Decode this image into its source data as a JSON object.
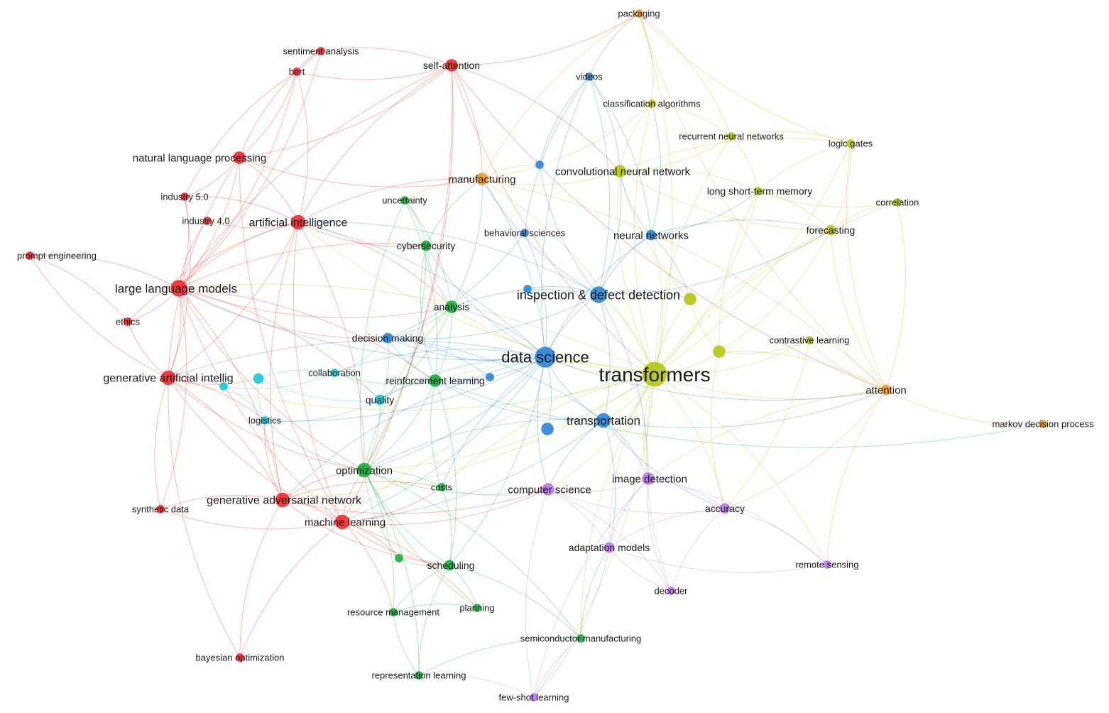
{
  "clusters": {
    "red": "#ee2e30",
    "green": "#1cb03e",
    "blue": "#2f86d6",
    "olive": "#b7c41a",
    "orange": "#f49a2a",
    "purple": "#bb7be8",
    "cyan": "#1cc8dc"
  },
  "nodes": [
    {
      "id": "transformers",
      "label": "transformers",
      "cluster": "olive",
      "weight": 10
    },
    {
      "id": "data-science",
      "label": "data science",
      "cluster": "blue",
      "weight": 8
    },
    {
      "id": "inspection",
      "label": "inspection & defect detection",
      "cluster": "blue",
      "weight": 6
    },
    {
      "id": "transportation",
      "label": "transportation",
      "cluster": "blue",
      "weight": 5
    },
    {
      "id": "large-language-models",
      "label": "large language models",
      "cluster": "red",
      "weight": 6
    },
    {
      "id": "artificial-intelligence",
      "label": "artificial intelligence",
      "cluster": "red",
      "weight": 5
    },
    {
      "id": "generative-ai",
      "label": "generative artificial intellig",
      "cluster": "red",
      "weight": 5
    },
    {
      "id": "gan",
      "label": "generative adversarial network",
      "cluster": "red",
      "weight": 5
    },
    {
      "id": "machine-learning",
      "label": "machine learning",
      "cluster": "red",
      "weight": 5
    },
    {
      "id": "natural-language-processing",
      "label": "natural language processing",
      "cluster": "red",
      "weight": 4
    },
    {
      "id": "self-attention",
      "label": "self-attention",
      "cluster": "red",
      "weight": 4
    },
    {
      "id": "bert",
      "label": "bert",
      "cluster": "red",
      "weight": 2
    },
    {
      "id": "sentiment-analysis",
      "label": "sentiment analysis",
      "cluster": "red",
      "weight": 2
    },
    {
      "id": "industry-5",
      "label": "industry 5.0",
      "cluster": "red",
      "weight": 2
    },
    {
      "id": "industry-4",
      "label": "industry 4.0",
      "cluster": "red",
      "weight": 2
    },
    {
      "id": "prompt-engineering",
      "label": "prompt engineering",
      "cluster": "red",
      "weight": 2
    },
    {
      "id": "ethics",
      "label": "ethics",
      "cluster": "red",
      "weight": 2
    },
    {
      "id": "synthetic-data",
      "label": "synthetic data",
      "cluster": "red",
      "weight": 2
    },
    {
      "id": "bayesian-optimization",
      "label": "bayesian optimization",
      "cluster": "red",
      "weight": 2
    },
    {
      "id": "optimization",
      "label": "optimization",
      "cluster": "green",
      "weight": 5
    },
    {
      "id": "reinforcement-learning",
      "label": "reinforcement learning",
      "cluster": "green",
      "weight": 4
    },
    {
      "id": "analysis",
      "label": "analysis",
      "cluster": "green",
      "weight": 4
    },
    {
      "id": "cybersecurity",
      "label": "cybersecurity",
      "cluster": "green",
      "weight": 3
    },
    {
      "id": "uncertainty",
      "label": "uncertainty",
      "cluster": "green",
      "weight": 2
    },
    {
      "id": "costs",
      "label": "costs",
      "cluster": "green",
      "weight": 2
    },
    {
      "id": "scheduling",
      "label": "scheduling",
      "cluster": "green",
      "weight": 3
    },
    {
      "id": "resource-management",
      "label": "resource management",
      "cluster": "green",
      "weight": 2
    },
    {
      "id": "planning",
      "label": "planning",
      "cluster": "green",
      "weight": 2
    },
    {
      "id": "semiconductor-manufacturing",
      "label": "semiconductor manufacturing",
      "cluster": "green",
      "weight": 2
    },
    {
      "id": "representation-learning",
      "label": "representation learning",
      "cluster": "green",
      "weight": 2
    },
    {
      "id": "green-unlabeled",
      "label": "",
      "cluster": "green",
      "weight": 2
    },
    {
      "id": "quality",
      "label": "quality",
      "cluster": "cyan",
      "weight": 3
    },
    {
      "id": "collaboration",
      "label": "collaboration",
      "cluster": "cyan",
      "weight": 2
    },
    {
      "id": "logistics",
      "label": "logistics",
      "cluster": "cyan",
      "weight": 2
    },
    {
      "id": "cyan-unlabeled-1",
      "label": "",
      "cluster": "cyan",
      "weight": 3
    },
    {
      "id": "cyan-unlabeled-2",
      "label": "",
      "cluster": "cyan",
      "weight": 2
    },
    {
      "id": "decision-making",
      "label": "decision making",
      "cluster": "blue",
      "weight": 3
    },
    {
      "id": "neural-networks",
      "label": "neural networks",
      "cluster": "blue",
      "weight": 3
    },
    {
      "id": "behavioral-sciences",
      "label": "behavioral sciences",
      "cluster": "blue",
      "weight": 2
    },
    {
      "id": "videos",
      "label": "videos",
      "cluster": "blue",
      "weight": 2
    },
    {
      "id": "blue-unlabeled-1",
      "label": "",
      "cluster": "blue",
      "weight": 2
    },
    {
      "id": "blue-unlabeled-2",
      "label": "",
      "cluster": "blue",
      "weight": 2
    },
    {
      "id": "blue-unlabeled-3",
      "label": "",
      "cluster": "blue",
      "weight": 2
    },
    {
      "id": "blue-unlabeled-4",
      "label": "",
      "cluster": "blue",
      "weight": 4
    },
    {
      "id": "convolutional-neural-network",
      "label": "convolutional neural network",
      "cluster": "olive",
      "weight": 4
    },
    {
      "id": "long-short-term-memory",
      "label": "long short-term memory",
      "cluster": "olive",
      "weight": 2
    },
    {
      "id": "recurrent-neural-networks",
      "label": "recurrent neural networks",
      "cluster": "olive",
      "weight": 2
    },
    {
      "id": "classification-algorithms",
      "label": "classification algorithms",
      "cluster": "olive",
      "weight": 2
    },
    {
      "id": "logic-gates",
      "label": "logic gates",
      "cluster": "olive",
      "weight": 2
    },
    {
      "id": "correlation",
      "label": "correlation",
      "cluster": "olive",
      "weight": 2
    },
    {
      "id": "forecasting",
      "label": "forecasting",
      "cluster": "olive",
      "weight": 3
    },
    {
      "id": "contrastive-learning",
      "label": "contrastive learning",
      "cluster": "olive",
      "weight": 2
    },
    {
      "id": "olive-unlabeled-1",
      "label": "",
      "cluster": "olive",
      "weight": 4
    },
    {
      "id": "olive-unlabeled-2",
      "label": "",
      "cluster": "olive",
      "weight": 4
    },
    {
      "id": "manufacturing",
      "label": "manufacturing",
      "cluster": "orange",
      "weight": 4
    },
    {
      "id": "attention",
      "label": "attention",
      "cluster": "orange",
      "weight": 3
    },
    {
      "id": "packaging",
      "label": "packaging",
      "cluster": "orange",
      "weight": 2
    },
    {
      "id": "markov-decision-process",
      "label": "markov decision process",
      "cluster": "orange",
      "weight": 2
    },
    {
      "id": "computer-science",
      "label": "computer science",
      "cluster": "purple",
      "weight": 4
    },
    {
      "id": "image-detection",
      "label": "image detection",
      "cluster": "purple",
      "weight": 4
    },
    {
      "id": "adaptation-models",
      "label": "adaptation models",
      "cluster": "purple",
      "weight": 3
    },
    {
      "id": "accuracy",
      "label": "accuracy",
      "cluster": "purple",
      "weight": 3
    },
    {
      "id": "remote-sensing",
      "label": "remote sensing",
      "cluster": "purple",
      "weight": 2
    },
    {
      "id": "decoder",
      "label": "decoder",
      "cluster": "purple",
      "weight": 2
    },
    {
      "id": "few-shot-learning",
      "label": "few-shot learning",
      "cluster": "purple",
      "weight": 2
    }
  ]
}
